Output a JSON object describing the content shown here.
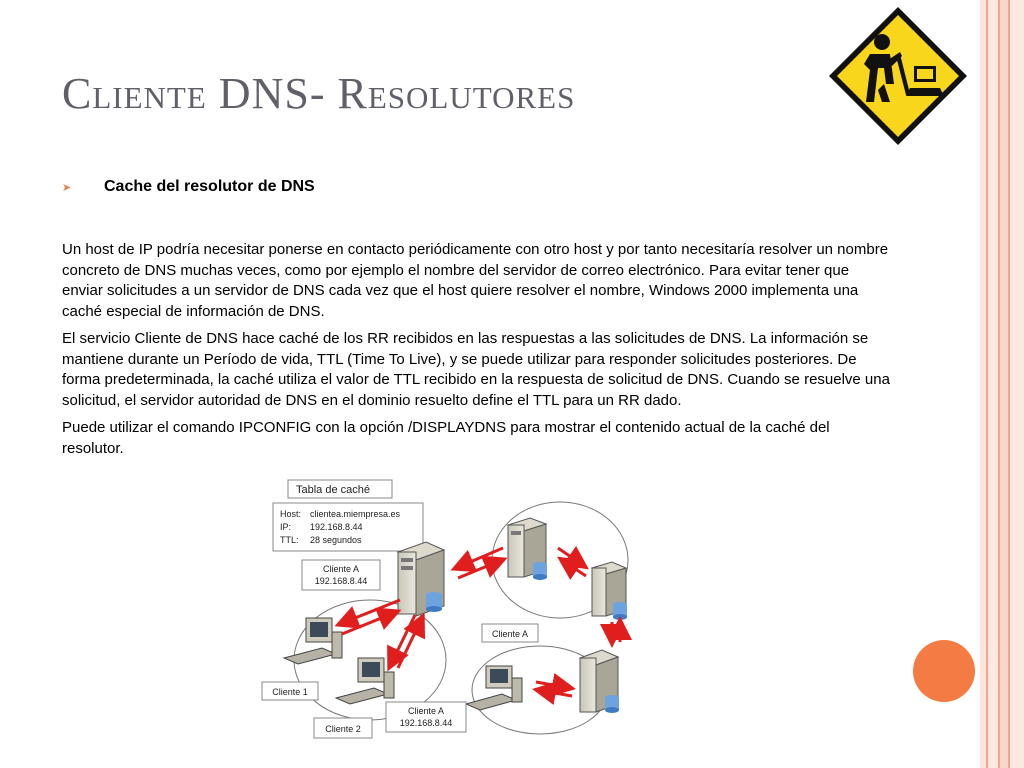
{
  "slide": {
    "title": "Cliente DNS- Resolutores",
    "bullet": "Cache del resolutor de DNS",
    "paragraphs": [
      "Un host de IP podría necesitar ponerse en contacto periódicamente con otro host y por tanto necesitaría resolver un nombre concreto de DNS muchas veces, como por ejemplo el nombre del servidor de correo electrónico. Para evitar tener que enviar solicitudes a un servidor de DNS cada vez que el host quiere resolver el nombre, Windows 2000 implementa una caché especial de información de DNS.",
      "El servicio Cliente de DNS hace caché de los RR recibidos en las respuestas a las solicitudes de DNS. La información se mantiene durante un Período de vida, TTL (Time To Live), y se puede utilizar para responder solicitudes posteriores. De forma predeterminada, la caché utiliza el valor de TTL recibido en la respuesta de solicitud de DNS. Cuando se resuelve una solicitud, el servidor autoridad de DNS en el dominio resuelto define el TTL para un RR dado.",
      "Puede utilizar el comando IPCONFIG con la opción /DISPLAYDNS para mostrar el contenido actual de la caché del resolutor."
    ]
  },
  "diagram": {
    "cache_title": "Tabla de caché",
    "cache_rows": [
      {
        "key": "Host:",
        "value": "clientea.miempresa.es"
      },
      {
        "key": "IP:",
        "value": "192.168.8.44"
      },
      {
        "key": "TTL:",
        "value": "28 segundos"
      }
    ],
    "client_a_top": {
      "name": "Cliente A",
      "ip": "192.168.8.44"
    },
    "client_a_mid": "Cliente A",
    "client_1": "Cliente 1",
    "client_2": "Cliente 2",
    "client_a_bottom": {
      "name": "Cliente A",
      "ip": "192.168.8.44"
    }
  },
  "colors": {
    "accent": "#f57b45",
    "stripe_light": "#fbd6cb",
    "stripe_mid": "#f5a98f",
    "sign_yellow": "#f7d61c",
    "arrow_red": "#e01e1e"
  }
}
